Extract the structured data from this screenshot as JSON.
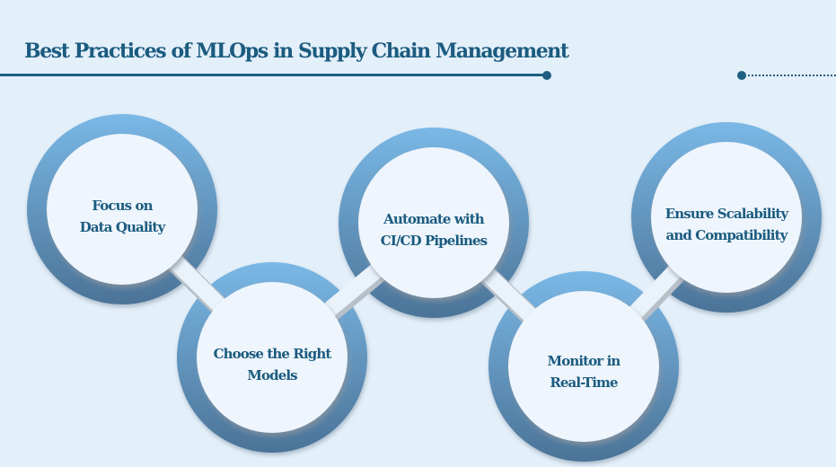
{
  "header": {
    "title": "Best Practices of MLOps in Supply Chain Management"
  },
  "colors": {
    "background": "#e3eff9",
    "title": "#1b5b80",
    "ring_top": "#7ab8e6",
    "ring_bottom": "#4b7397",
    "inner_fill": "#eef5fc",
    "connector_shadow": "#b7bfc8"
  },
  "steps": [
    {
      "order": 1,
      "line1": "Focus on",
      "line2": "Data Quality"
    },
    {
      "order": 2,
      "line1": "Choose the Right",
      "line2": "Models"
    },
    {
      "order": 3,
      "line1": "Automate with",
      "line2": "CI/CD Pipelines"
    },
    {
      "order": 4,
      "line1": "Monitor in",
      "line2": "Real-Time"
    },
    {
      "order": 5,
      "line1": "Ensure Scalability",
      "line2": "and Compatibility"
    }
  ]
}
